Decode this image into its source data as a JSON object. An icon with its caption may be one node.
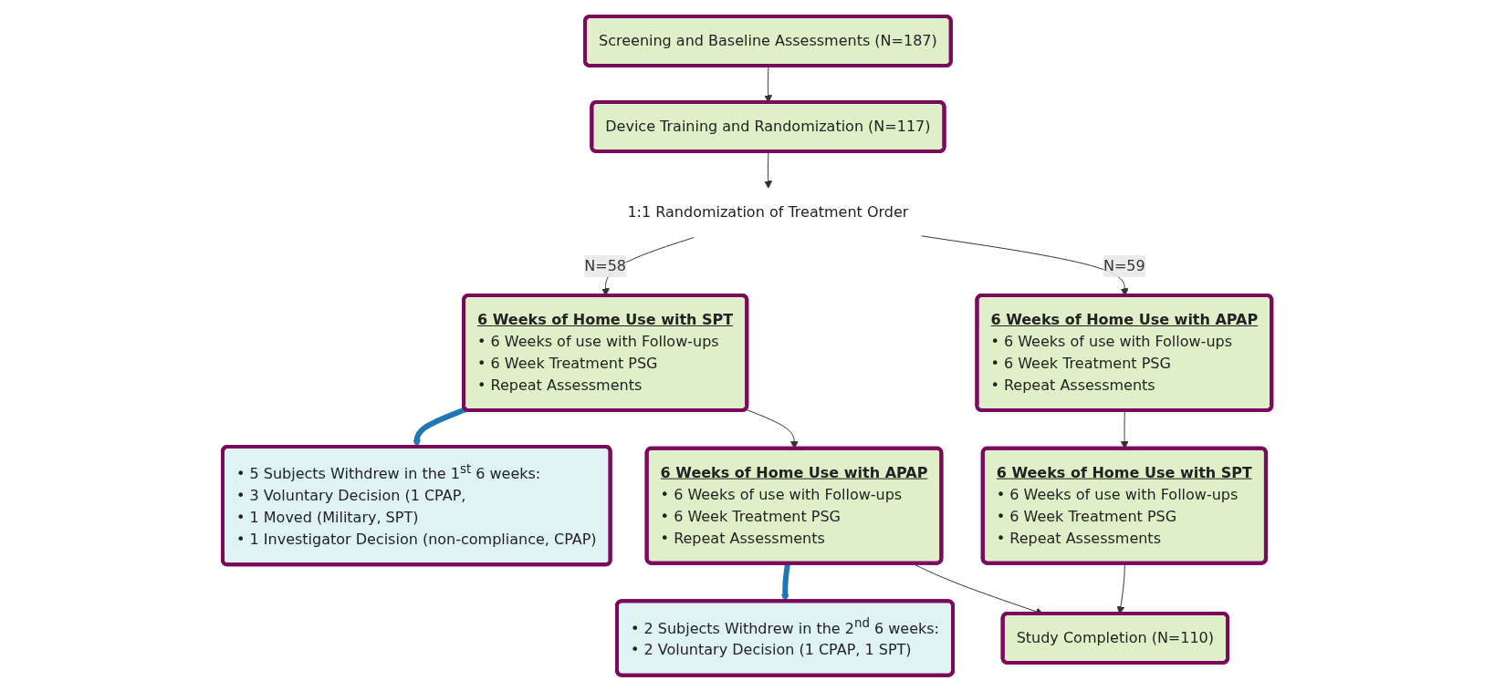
{
  "diagram": {
    "nodes": [
      {
        "text": [
          "Screening and Baseline Assessments (N=187)"
        ]
      },
      {
        "text": [
          "Device Training and Randomization (N=117)"
        ]
      },
      {
        "text": [
          "1:1 Randomization of Treatment Order"
        ]
      },
      {
        "text": [
          "6 Weeks of Home Use with APAP",
          "• 6 Weeks of use with Follow-ups",
          "• 6 Week Treatment PSG",
          "• Repeat Assessments"
        ]
      },
      {
        "text": [
          "6 Weeks of Home Use with SPT",
          "• 6 Weeks of use with Follow-ups",
          "• 6 Week Treatment PSG",
          "• Repeat Assessments"
        ]
      },
      {
        "text": [
          "• 5 Subjects Withdrew in the 1$^{st}$ 6 weeks:",
          "• 3 Voluntary Decision (1 CPAP,",
          "• 1 Moved (Military, SPT)",
          "• 1 Investigator Decision (non-compliance, CPAP)"
        ]
      },
      {
        "text": [
          "6 Weeks of Home Use with SPT",
          "• 6 Weeks of use with Follow-ups",
          "• 6 Week Treatment PSG",
          "• Repeat Assessments"
        ]
      },
      {
        "text": [
          "6 Weeks of Home Use with APAP",
          "• 6 Weeks of use with Follow-ups",
          "• 6 Week Treatment PSG",
          "• Repeat Assessments"
        ]
      },
      {
        "text": [
          "• 2 Subjects Withdrew in the 2$^{nd}$ 6 weeks:",
          "• 2 Voluntary Decision (1 CPAP, 1 SPT)"
        ]
      },
      {
        "text": [
          "Study Completion (N=110)"
        ]
      }
    ],
    "edges": [
      {
        "from": 0,
        "to": 1,
        "arrow": "to"
      },
      {
        "from": 1,
        "to": 2,
        "arrow": "to"
      },
      {
        "from": 2,
        "to": 3,
        "arrow": "to",
        "label": "N=59"
      },
      {
        "from": 2,
        "to": 4,
        "arrow": "to",
        "label": "N=58"
      },
      {
        "from": 4,
        "to": 5,
        "arrow": "to",
        "style": "thick",
        "color": "#1f78b4"
      },
      {
        "from": 3,
        "to": 6,
        "arrow": "to"
      },
      {
        "from": 4,
        "to": 7,
        "arrow": "to"
      },
      {
        "from": 7,
        "to": 8,
        "arrow": "to",
        "style": "thick",
        "color": "#1f78b4"
      },
      {
        "from": 6,
        "to": 9,
        "arrow": "to"
      },
      {
        "from": 7,
        "to": 9,
        "arrow": "to"
      }
    ]
  }
}
